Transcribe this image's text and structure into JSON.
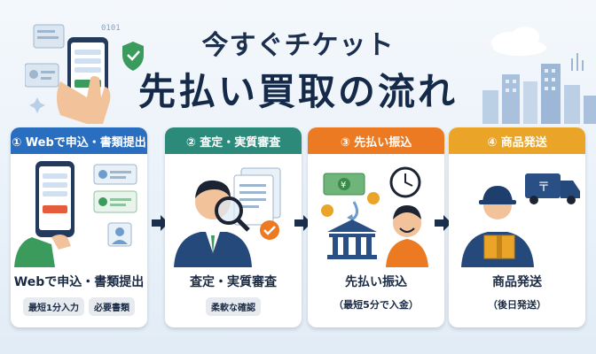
{
  "title": {
    "line1": "今すぐチケット",
    "line2": "先払い買取の流れ"
  },
  "colors": {
    "step1": "#2a6fbf",
    "step2": "#2c8a7a",
    "step3": "#ec7a22",
    "step4": "#eaa528",
    "title": "#142a48"
  },
  "steps": [
    {
      "header": "① Webで申込・書類提出",
      "label": "Webで申込・書類提出",
      "tags": [
        "最短1分入力",
        "必要書類"
      ],
      "icon": "smartphone-form-icon"
    },
    {
      "header": "② 査定・実質審査",
      "label": "査定・実質審査",
      "tags": [
        "柔軟な確認"
      ],
      "icon": "magnifier-documents-icon"
    },
    {
      "header": "③ 先払い振込",
      "label": "先払い振込",
      "note": "（最短5分で入金）",
      "icon": "bank-transfer-icon"
    },
    {
      "header": "④ 商品発送",
      "label": "商品発送",
      "note": "（後日発送）",
      "icon": "delivery-box-icon"
    }
  ]
}
